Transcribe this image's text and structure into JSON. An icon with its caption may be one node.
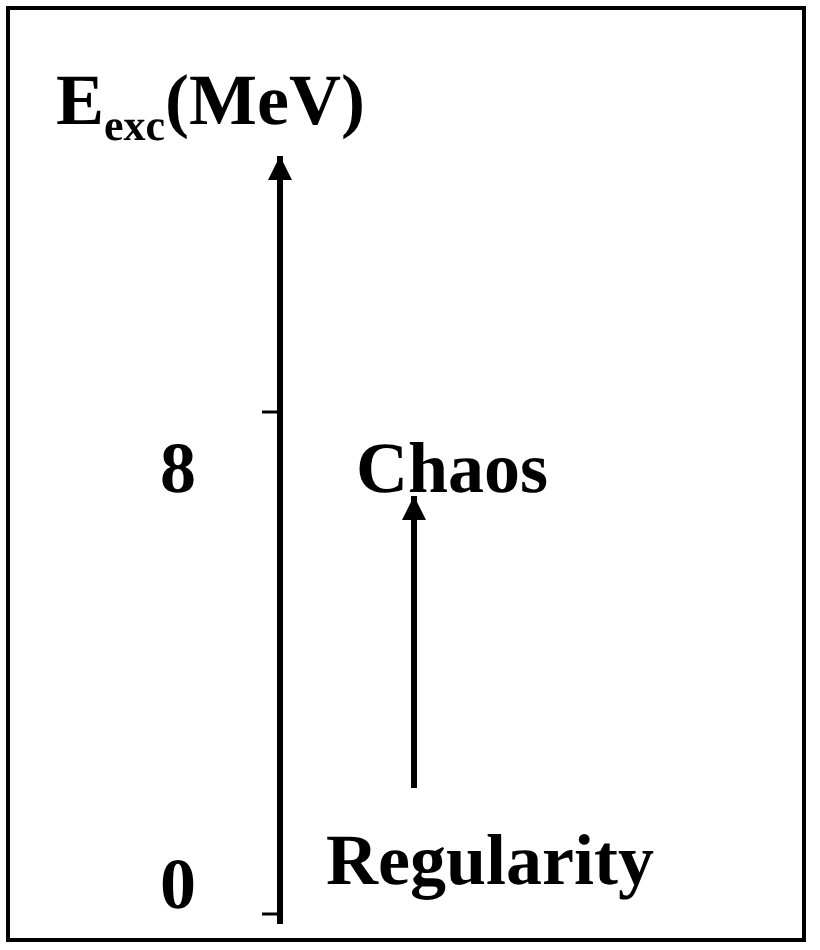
{
  "diagram": {
    "nodes": [
      {
        "text": [
          "Chaos"
        ]
      },
      {
        "text": [
          "Regularity"
        ]
      }
    ],
    "edges": [
      {
        "from": 1,
        "to": 0,
        "arrow": "to"
      }
    ],
    "labels": [
      "E$_{exc}$(MeV)",
      "8",
      "0"
    ]
  }
}
